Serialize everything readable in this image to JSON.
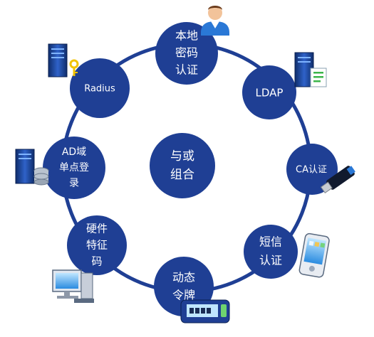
{
  "colors": {
    "node_fill": "#1f3f94",
    "ring_stroke": "#1f3f94",
    "text": "#ffffff",
    "center_fill": "#1f3f94"
  },
  "center": {
    "lines": [
      "与或",
      "组合"
    ]
  },
  "nodes": [
    {
      "id": "local-password",
      "lines": [
        "本地",
        "密码",
        "认证"
      ],
      "icon": "user-icon"
    },
    {
      "id": "ldap",
      "lines": [
        "LDAP"
      ],
      "icon": "server-document-icon"
    },
    {
      "id": "ca",
      "lines": [
        "CA认证"
      ],
      "icon": "usb-key-icon"
    },
    {
      "id": "sms",
      "lines": [
        "短信",
        "认证"
      ],
      "icon": "mobile-phone-icon"
    },
    {
      "id": "otp",
      "lines": [
        "动态",
        "令牌"
      ],
      "icon": "token-device-icon"
    },
    {
      "id": "hardware",
      "lines": [
        "硬件",
        "特征",
        "码"
      ],
      "icon": "computer-icon"
    },
    {
      "id": "ad-sso",
      "lines": [
        "AD域",
        "单点登",
        "录"
      ],
      "icon": "server-database-icon"
    },
    {
      "id": "radius",
      "lines": [
        "Radius"
      ],
      "icon": "server-key-icon"
    }
  ]
}
